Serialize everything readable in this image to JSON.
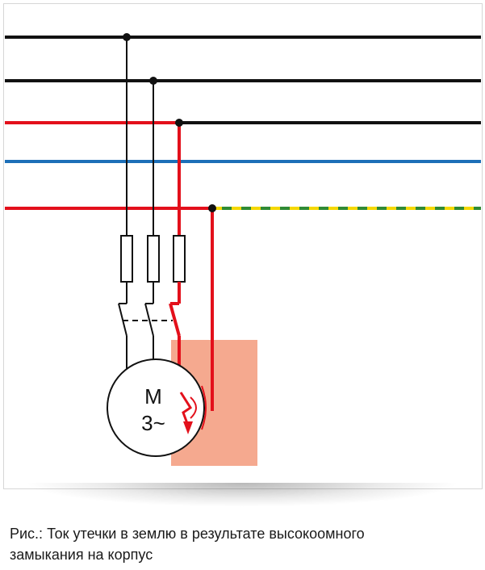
{
  "diagram": {
    "motor": {
      "symbol": "M",
      "phase_label": "3~"
    },
    "colors": {
      "phase_conductor": "#111111",
      "fault_current": "#e3101b",
      "neutral": "#1d6fb8",
      "protective_earth_yellow": "#f5d800",
      "protective_earth_green": "#2f8a34",
      "fault_zone": "#f5a98f"
    },
    "conductor_count": 5,
    "fuse_count": 3
  },
  "caption": {
    "line1": "Рис.: Ток утечки в землю в результате высокоомного",
    "line2": "замыкания на корпус"
  }
}
